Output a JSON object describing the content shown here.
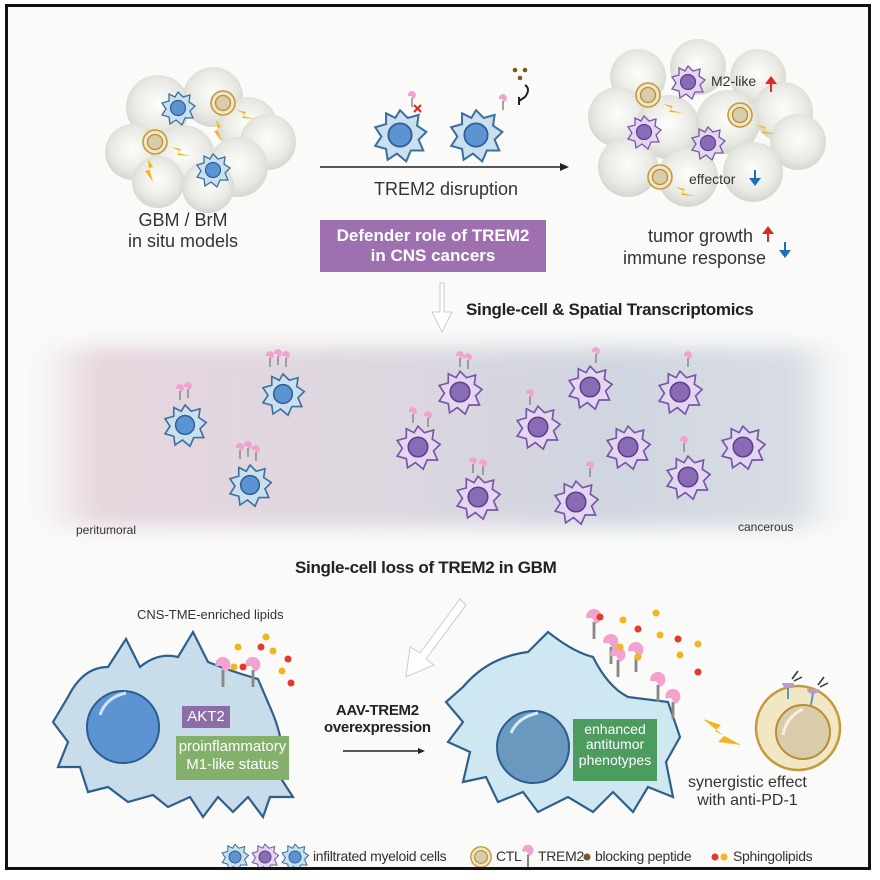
{
  "panel_top": {
    "models_label_line1": "GBM / BrM",
    "models_label_line2": "in situ models",
    "arrow_label": "TREM2 disruption",
    "defender_box_line1": "Defender role of TREM2",
    "defender_box_line2": "in CNS cancers",
    "m2_label": "M2-like",
    "effector_label": "effector",
    "outcome_1": "tumor growth",
    "outcome_2": "immune response"
  },
  "transcriptomics": {
    "method_label": "Single-cell & Spatial Transcriptomics",
    "left_region": "peritumoral",
    "right_region": "cancerous",
    "finding_label": "Single-cell loss of TREM2 in GBM"
  },
  "panel_bottom": {
    "lipids_label": "CNS-TME-enriched lipids",
    "akt2_label": "AKT2",
    "m1_line1": "proinflammatory",
    "m1_line2": "M1-like status",
    "treatment_line1": "AAV-TREM2",
    "treatment_line2": "overexpression",
    "antitumor_line1": "enhanced",
    "antitumor_line2": "antitumor",
    "antitumor_line3": "phenotypes",
    "synergy_line1": "synergistic effect",
    "synergy_line2": "with anti-PD-1"
  },
  "legend": {
    "myeloid": "infiltrated myeloid cells",
    "ctl": "CTL",
    "trem2": "TREM2",
    "blocking": "blocking peptide",
    "sphingo": "Sphingolipids"
  },
  "colors": {
    "up_arrow": "#e02a1f",
    "down_arrow": "#1f6fb8",
    "defender_box": "#9f70b0",
    "akt2_box": "#8b6ea8",
    "m1_box": "#83b06a",
    "antitumor_box": "#4c9b5f",
    "myeloid_blue": "#5b93d3",
    "myeloid_purple": "#8a6cb6",
    "trem2_pink": "#f2a2cf",
    "lipid_red": "#e43a2a",
    "lipid_yellow": "#f2b51c",
    "blocking_brown": "#7a5a24"
  }
}
